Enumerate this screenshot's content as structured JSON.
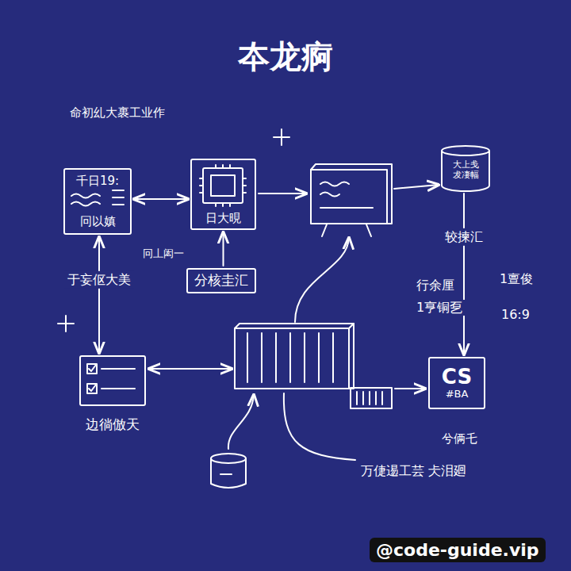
{
  "diagram": {
    "title": "夲龙痾",
    "nodes": [
      {
        "text": [
          "千日19:",
          "冋以嫃"
        ]
      },
      {
        "text": [
          "日大晛"
        ]
      },
      {
        "text": [
          "大上戋 犮凄幅"
        ]
      },
      {
        "text": [
          "分核圭汇"
        ]
      },
      {
        "text": [
          "边徜倣天"
        ]
      },
      {
        "text": [
          "CS",
          "#BA"
        ]
      }
    ],
    "edges": [
      {
        "from": 0,
        "to": 1,
        "arrow": "both"
      },
      {
        "from": 3,
        "to": 1,
        "arrow": "to"
      },
      {
        "from": 0,
        "to": 4,
        "arrow": "both",
        "label": "于妄伛大美"
      },
      {
        "from": 2,
        "to": 5,
        "arrow": "to",
        "label": "较揀汇"
      }
    ],
    "labels": [
      "命初乣大裹工业作",
      "冋丄闳一",
      "行余厘",
      "1亨铜乭",
      "1亶俊",
      "16:9",
      "兮俩乇",
      "万倢逷工芸 仧泪廻",
      "@code-guide.vip"
    ]
  }
}
